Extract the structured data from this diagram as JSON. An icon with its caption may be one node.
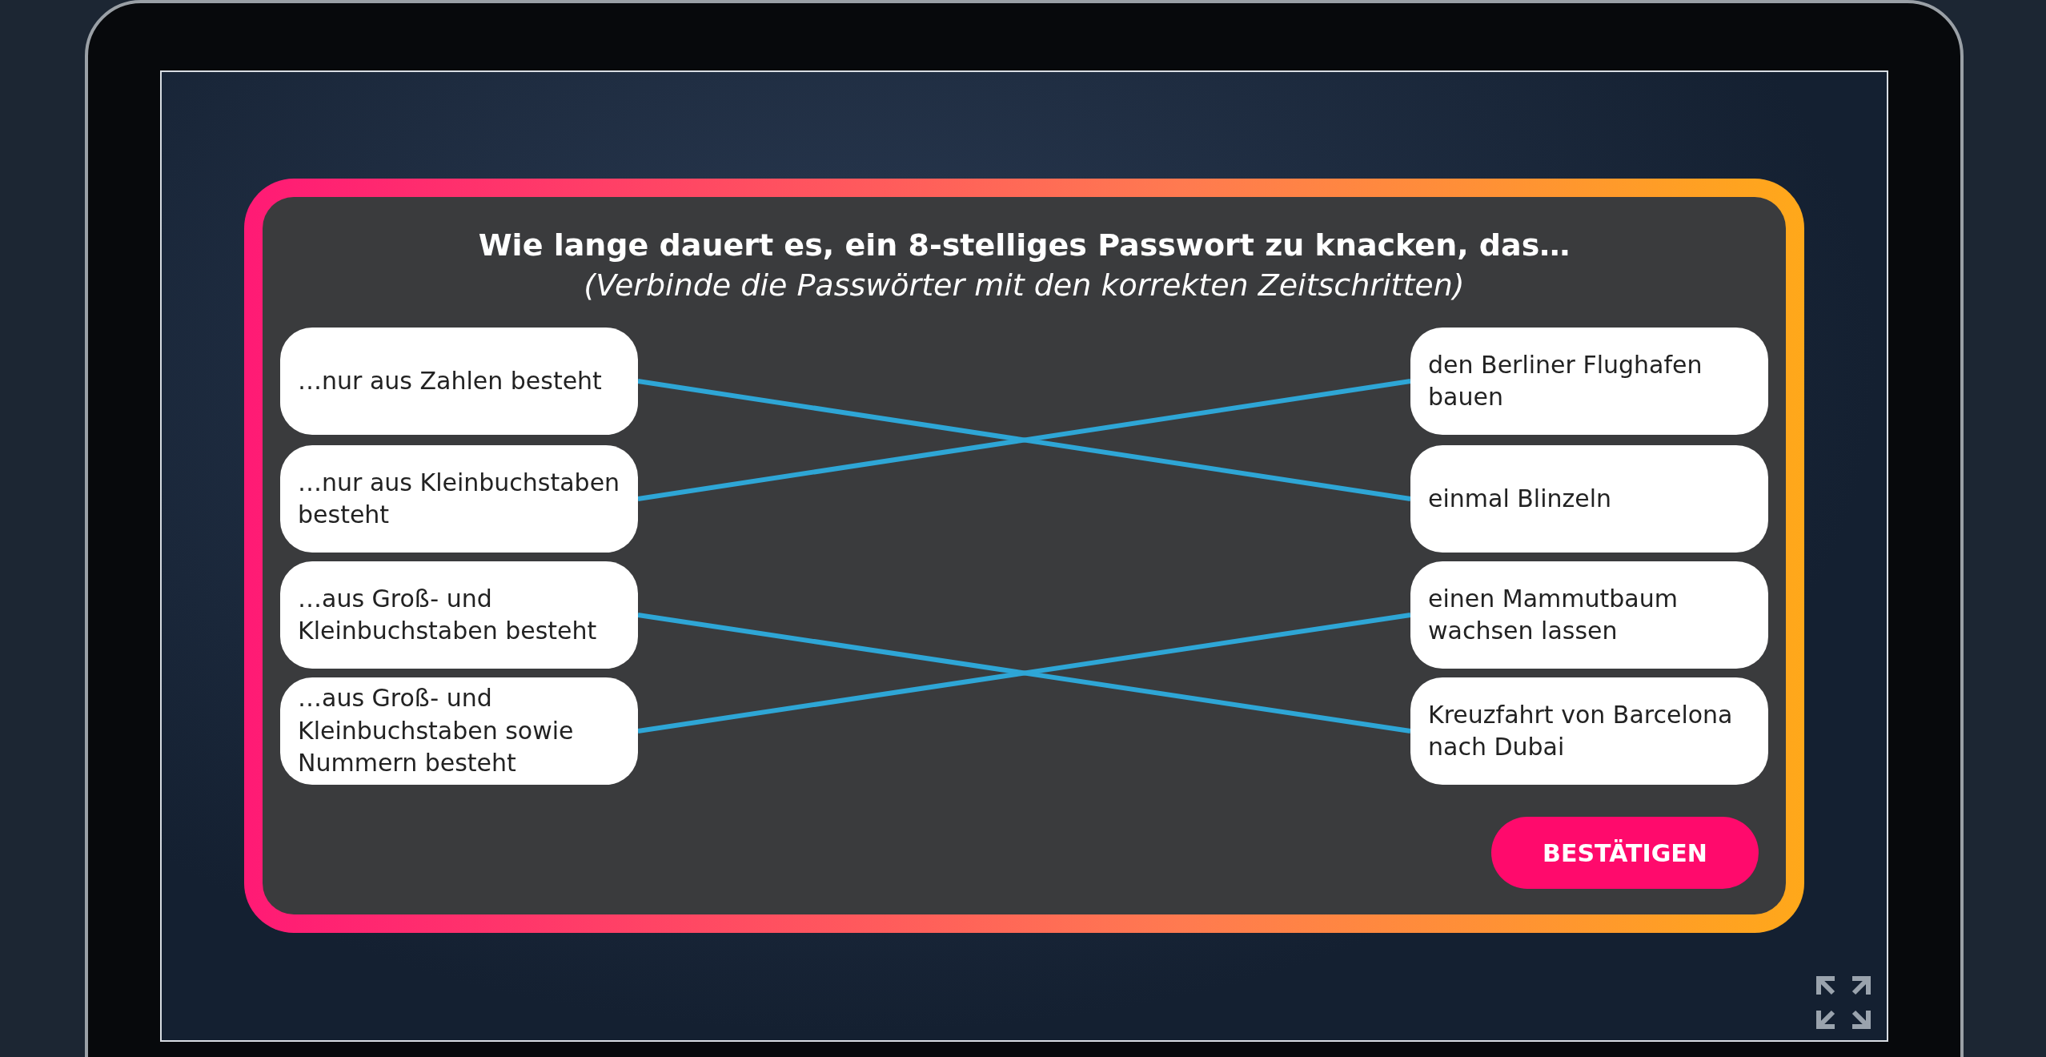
{
  "diagram": {
    "nodes": [
      {
        "text": [
          "Wie lange dauert es, ein 8-stelliges Passwort zu knacken, das…",
          "(Verbinde die Passwörter mit den korrekten Zeitschritten)"
        ]
      },
      {
        "text": [
          "…nur aus Zahlen besteht"
        ],
        "in": 0
      },
      {
        "text": [
          "den Berliner Flughafen bauen"
        ],
        "in": 0
      },
      {
        "text": [
          "…nur aus Kleinbuchstaben besteht"
        ],
        "in": 0
      },
      {
        "text": [
          "einmal Blinzeln"
        ],
        "in": 0
      },
      {
        "text": [
          "…aus Groß- und Kleinbuchstaben besteht"
        ],
        "in": 0
      },
      {
        "text": [
          "einen Mammutbaum wachsen lassen"
        ],
        "in": 0
      },
      {
        "text": [
          "…aus Groß- und Kleinbuchstaben sowie Nummern besteht"
        ],
        "in": 0
      },
      {
        "text": [
          "Kreuzfahrt von Barcelona nach Dubai"
        ],
        "in": 0
      },
      {
        "text": [
          "BESTÄTIGEN"
        ],
        "in": 0
      }
    ],
    "edges": [
      {
        "from": 1,
        "to": 4,
        "arrow": "none"
      },
      {
        "from": 3,
        "to": 2,
        "arrow": "none"
      },
      {
        "from": 5,
        "to": 8,
        "arrow": "none"
      },
      {
        "from": 7,
        "to": 6,
        "arrow": "none"
      }
    ]
  }
}
